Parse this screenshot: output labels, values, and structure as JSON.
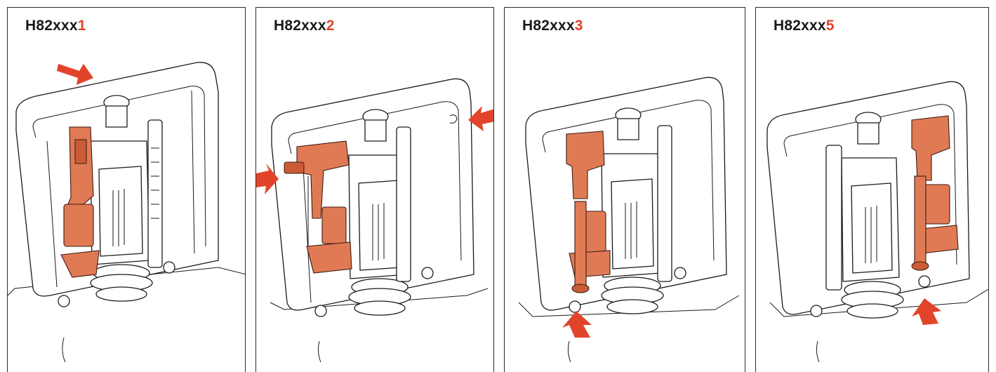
{
  "colors": {
    "accent": "#e2442b",
    "part": "#e07a55",
    "outline": "#1a1a1a"
  },
  "panels": [
    {
      "prefix": "H82xxx",
      "digit": "1",
      "highlight": "fill valve mounted left inside cistern",
      "arrow": "top"
    },
    {
      "prefix": "H82xxx",
      "digit": "2",
      "highlight": "side-entry fill valve left wall",
      "arrow": "left and right walls"
    },
    {
      "prefix": "H82xxx",
      "digit": "3",
      "highlight": "bottom-entry fill valve left",
      "arrow": "bottom left"
    },
    {
      "prefix": "H82xxx",
      "digit": "5",
      "highlight": "bottom-entry fill valve right",
      "arrow": "bottom right"
    }
  ]
}
